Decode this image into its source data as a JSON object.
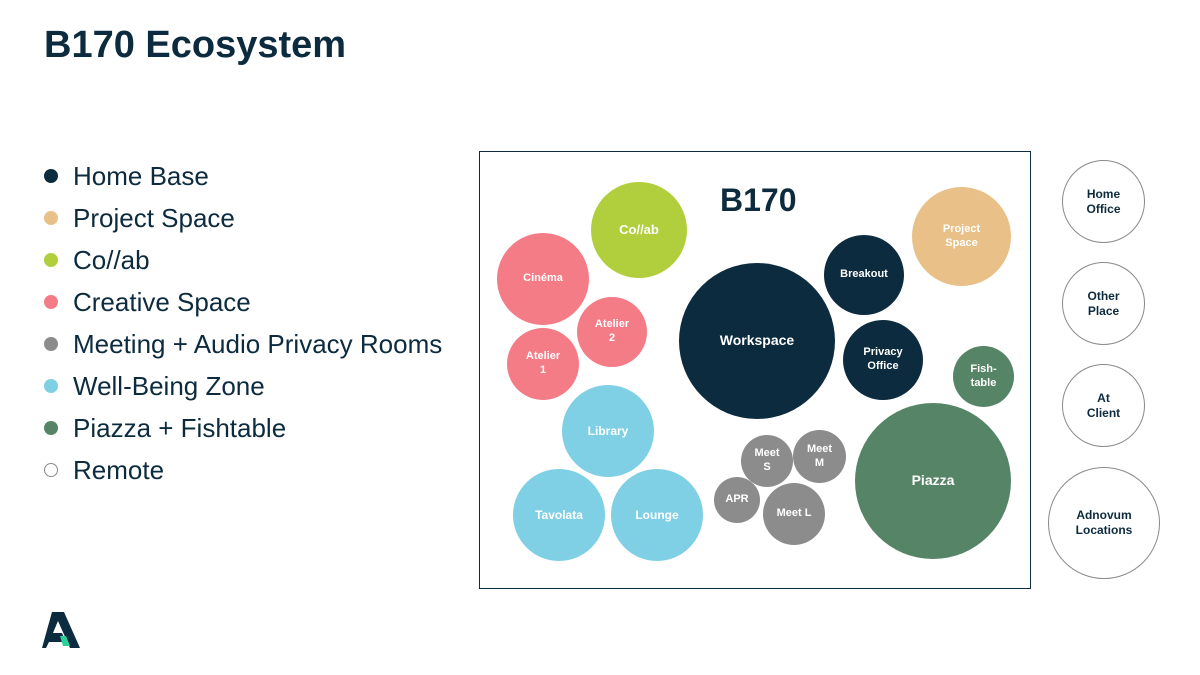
{
  "slide": {
    "title": "B170 Ecosystem"
  },
  "colors": {
    "home_base": "#0d2b3e",
    "project_space": "#e8c088",
    "collab": "#b1cf3c",
    "creative_space": "#f47c86",
    "meeting_rooms": "#8c8c8c",
    "well_being": "#7fd0e4",
    "piazza": "#558466",
    "remote_border": "#8a8a8a"
  },
  "legend": [
    {
      "label": "Home Base",
      "color": "#0d2b3e"
    },
    {
      "label": "Project Space",
      "color": "#e8c088"
    },
    {
      "label": "Co//ab",
      "color": "#b1cf3c"
    },
    {
      "label": "Creative Space",
      "color": "#f47c86"
    },
    {
      "label": "Meeting + Audio Privacy Rooms",
      "color": "#8c8c8c"
    },
    {
      "label": "Well-Being Zone",
      "color": "#7fd0e4"
    },
    {
      "label": "Piazza + Fishtable",
      "color": "#558466"
    },
    {
      "label": "Remote",
      "color": "#ffffff",
      "outline": true
    }
  ],
  "diagram": {
    "title": "B170",
    "bubbles": {
      "collab": "Co//ab",
      "cinema": "Cinéma",
      "atelier_2": "Atelier\n2",
      "atelier_1": "Atelier\n1",
      "library": "Library",
      "tavolata": "Tavolata",
      "lounge": "Lounge",
      "workspace": "Workspace",
      "breakout": "Breakout",
      "privacy_office": "Privacy\nOffice",
      "project_space": "Project\nSpace",
      "fishtable": "Fish-\ntable",
      "meet_s": "Meet\nS",
      "meet_m": "Meet\nM",
      "apr": "APR",
      "meet_l": "Meet L",
      "piazza": "Piazza"
    }
  },
  "remote": {
    "home_office": "Home\nOffice",
    "other_place": "Other\nPlace",
    "at_client": "At\nClient",
    "adnovum_locations": "Adnovum\nLocations"
  },
  "logo": {
    "icon": "adnovum-a-logo-icon"
  }
}
